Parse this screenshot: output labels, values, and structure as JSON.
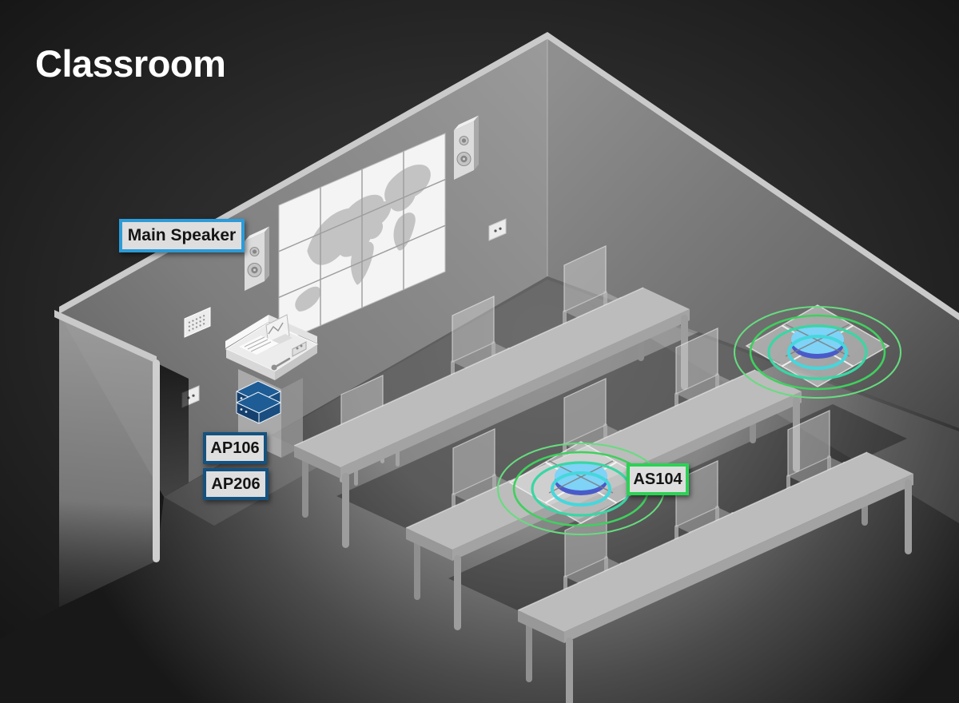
{
  "title": "Classroom",
  "callouts": {
    "main_speaker": {
      "label": "Main Speaker"
    },
    "ap106": {
      "label": "AP106"
    },
    "ap206": {
      "label": "AP206"
    },
    "as104": {
      "label": "AS104"
    }
  },
  "theme": {
    "title_color": "#FFFFFF",
    "label_bg": "#DEDEDE",
    "label_text": "#141414",
    "accent_blue": "#2B9CD8",
    "dark_blue": "#15527F",
    "green": "#2BD254",
    "ripple1": "#45D7DC",
    "ripple2": "#3AD6A4",
    "ripple3": "#3FD05E",
    "ripple4": "#66DC7F",
    "dome_top": "#7ED3F7",
    "dome_base": "#4A5BC8",
    "rack_top": "#1E5C95",
    "rack_front": "#16406E",
    "rack_side": "#1A4D80"
  },
  "scene": {
    "objects": [
      "video-wall",
      "wall-speaker",
      "main-speaker",
      "volume-keypad",
      "wall-outlet",
      "door",
      "lectern",
      "av-rack",
      "student-table",
      "chair",
      "ceiling-speaker",
      "sound-waves"
    ]
  }
}
